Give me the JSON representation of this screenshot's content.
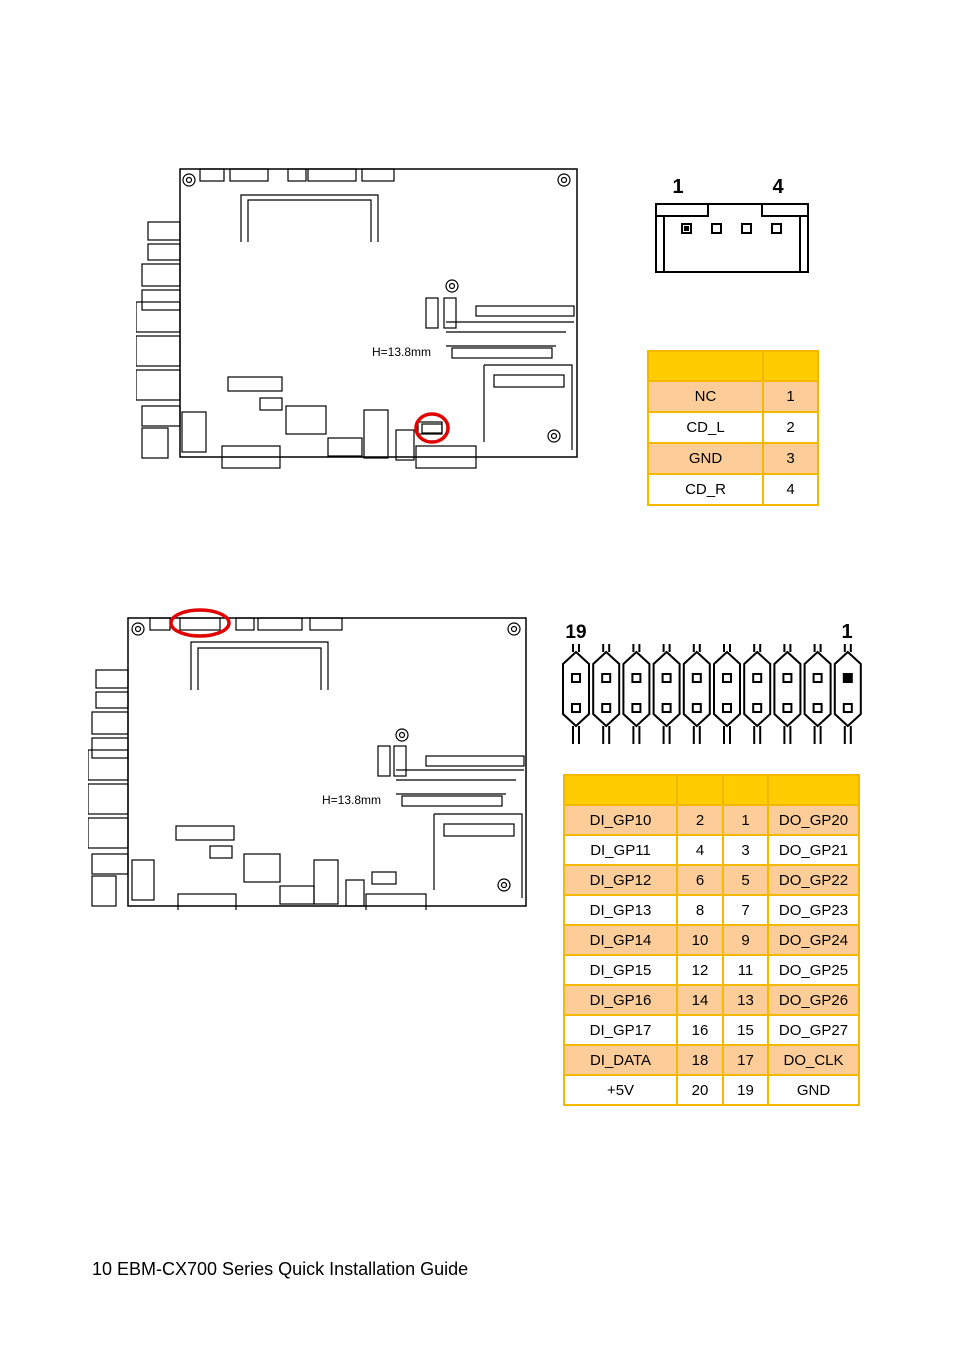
{
  "section1": {
    "board_label": "H=13.8mm",
    "connector_pin_first": "1",
    "connector_pin_last": "4",
    "table": {
      "rows": [
        {
          "signal": "NC",
          "pin": "1"
        },
        {
          "signal": "CD_L",
          "pin": "2"
        },
        {
          "signal": "GND",
          "pin": "3"
        },
        {
          "signal": "CD_R",
          "pin": "4"
        }
      ]
    }
  },
  "section2": {
    "board_label": "H=13.8mm",
    "connector_pin_first": "19",
    "connector_pin_last": "1",
    "table": {
      "rows": [
        {
          "sig_a": "DI_GP10",
          "pin_a": "2",
          "pin_b": "1",
          "sig_b": "DO_GP20"
        },
        {
          "sig_a": "DI_GP11",
          "pin_a": "4",
          "pin_b": "3",
          "sig_b": "DO_GP21"
        },
        {
          "sig_a": "DI_GP12",
          "pin_a": "6",
          "pin_b": "5",
          "sig_b": "DO_GP22"
        },
        {
          "sig_a": "DI_GP13",
          "pin_a": "8",
          "pin_b": "7",
          "sig_b": "DO_GP23"
        },
        {
          "sig_a": "DI_GP14",
          "pin_a": "10",
          "pin_b": "9",
          "sig_b": "DO_GP24"
        },
        {
          "sig_a": "DI_GP15",
          "pin_a": "12",
          "pin_b": "11",
          "sig_b": "DO_GP25"
        },
        {
          "sig_a": "DI_GP16",
          "pin_a": "14",
          "pin_b": "13",
          "sig_b": "DO_GP26"
        },
        {
          "sig_a": "DI_GP17",
          "pin_a": "16",
          "pin_b": "15",
          "sig_b": "DO_GP27"
        },
        {
          "sig_a": "DI_DATA",
          "pin_a": "18",
          "pin_b": "17",
          "sig_b": "DO_CLK"
        },
        {
          "sig_a": "+5V",
          "pin_a": "20",
          "pin_b": "19",
          "sig_b": "GND"
        }
      ]
    }
  },
  "footer": {
    "text": "10 EBM-CX700 Series Quick Installation Guide"
  },
  "colors": {
    "header": "#ffcc00",
    "odd_row": "#fccc99",
    "border": "#f5b800",
    "highlight": "#e00000"
  }
}
